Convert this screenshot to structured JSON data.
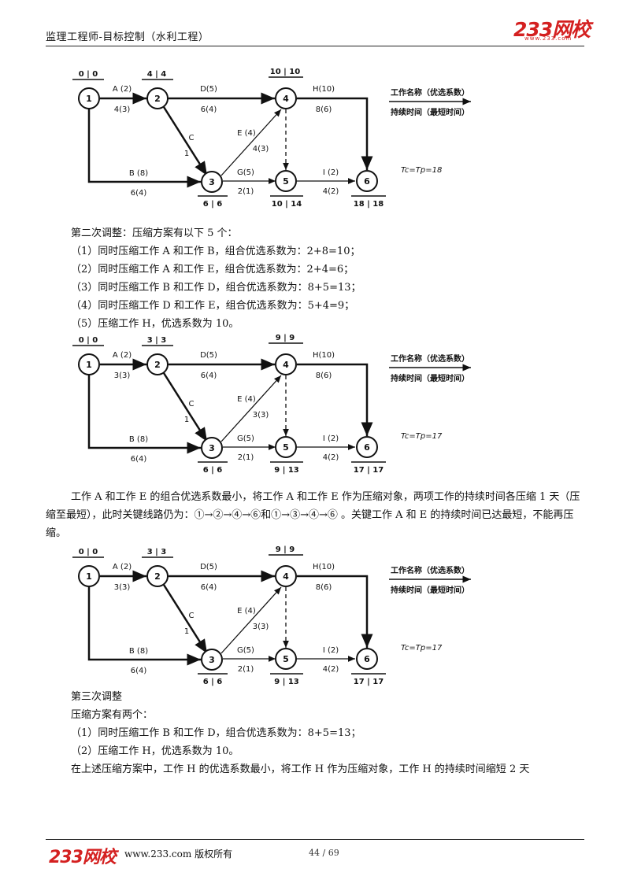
{
  "header": {
    "title": "监理工程师-目标控制（水利工程）",
    "logo": "233网校",
    "logo_sub": "www.233.com"
  },
  "diagrams": [
    {
      "nodes": [
        "1",
        "2",
        "3",
        "4",
        "5",
        "6"
      ],
      "times": {
        "n1": "0 | 0",
        "n2": "4 | 4",
        "n3": "6 | 6",
        "n4": "10 | 10",
        "n5": "10 | 14",
        "n6": "18 | 18"
      },
      "activities": {
        "A_name": "A (2)",
        "A_dur": "4(3)",
        "B_name": "B (8)",
        "B_dur": "6(4)",
        "C_name": "C",
        "C_dur": "1",
        "D_name": "D(5)",
        "D_dur": "6(4)",
        "E_name": "E (4)",
        "E_dur": "4(3)",
        "G_name": "G(5)",
        "G_dur": "2(1)",
        "H_name": "H(10)",
        "H_dur": "8(6)",
        "I_name": "I (2)",
        "I_dur": "4(2)"
      },
      "legend_top": "工作名称（优选系数）",
      "legend_bottom": "持续时间（最短时间）",
      "tc": "Tc=Tp=18"
    },
    {
      "nodes": [
        "1",
        "2",
        "3",
        "4",
        "5",
        "6"
      ],
      "times": {
        "n1": "0 | 0",
        "n2": "3 | 3",
        "n3": "6 | 6",
        "n4": "9 | 9",
        "n5": "9 | 13",
        "n6": "17 | 17"
      },
      "activities": {
        "A_name": "A (2)",
        "A_dur": "3(3)",
        "B_name": "B (8)",
        "B_dur": "6(4)",
        "C_name": "C",
        "C_dur": "1",
        "D_name": "D(5)",
        "D_dur": "6(4)",
        "E_name": "E (4)",
        "E_dur": "3(3)",
        "G_name": "G(5)",
        "G_dur": "2(1)",
        "H_name": "H(10)",
        "H_dur": "8(6)",
        "I_name": "I (2)",
        "I_dur": "4(2)"
      },
      "legend_top": "工作名称（优选系数）",
      "legend_bottom": "持续时间（最短时间）",
      "tc": "Tc=Tp=17"
    },
    {
      "nodes": [
        "1",
        "2",
        "3",
        "4",
        "5",
        "6"
      ],
      "times": {
        "n1": "0 | 0",
        "n2": "3 | 3",
        "n3": "6 | 6",
        "n4": "9 | 9",
        "n5": "9 | 13",
        "n6": "17 | 17"
      },
      "activities": {
        "A_name": "A (2)",
        "A_dur": "3(3)",
        "B_name": "B (8)",
        "B_dur": "6(4)",
        "C_name": "C",
        "C_dur": "1",
        "D_name": "D(5)",
        "D_dur": "6(4)",
        "E_name": "E (4)",
        "E_dur": "3(3)",
        "G_name": "G(5)",
        "G_dur": "2(1)",
        "H_name": "H(10)",
        "H_dur": "8(6)",
        "I_name": "I (2)",
        "I_dur": "4(2)"
      },
      "legend_top": "工作名称（优选系数）",
      "legend_bottom": "持续时间（最短时间）",
      "tc": "Tc=Tp=17"
    }
  ],
  "section2": {
    "intro": "第二次调整：压缩方案有以下 5 个：",
    "items": [
      "（1）同时压缩工作 A 和工作 B，组合优选系数为：2+8=10；",
      "（2）同时压缩工作 A 和工作 E，组合优选系数为：2+4=6；",
      "（3）同时压缩工作 B 和工作 D，组合优选系数为：8+5=13；",
      "（4）同时压缩工作 D 和工作 E，组合优选系数为：5+4=9；",
      "（5）压缩工作 H，优选系数为 10。"
    ]
  },
  "paragraph_ae": "工作 A 和工作 E 的组合优选系数最小，将工作 A 和工作 E 作为压缩对象，两项工作的持续时间各压缩 1 天（压缩至最短），此时关键线路仍为：①→②→④→⑥和①→③→④→⑥ 。关键工作 A 和 E 的持续时间已达最短，不能再压缩。",
  "section3": {
    "title": "第三次调整",
    "intro": "压缩方案有两个：",
    "items": [
      "（1）同时压缩工作 B 和工作 D，组合优选系数为：8+5=13；",
      "（2）压缩工作 H，优选系数为 10。"
    ],
    "closing": "在上述压缩方案中，工作 H 的优选系数最小，将工作 H 作为压缩对象，工作 H 的持续时间缩短 2 天"
  },
  "footer": {
    "logo": "233网校",
    "site": "www.233.com 版权所有",
    "page": "44 / 69"
  }
}
